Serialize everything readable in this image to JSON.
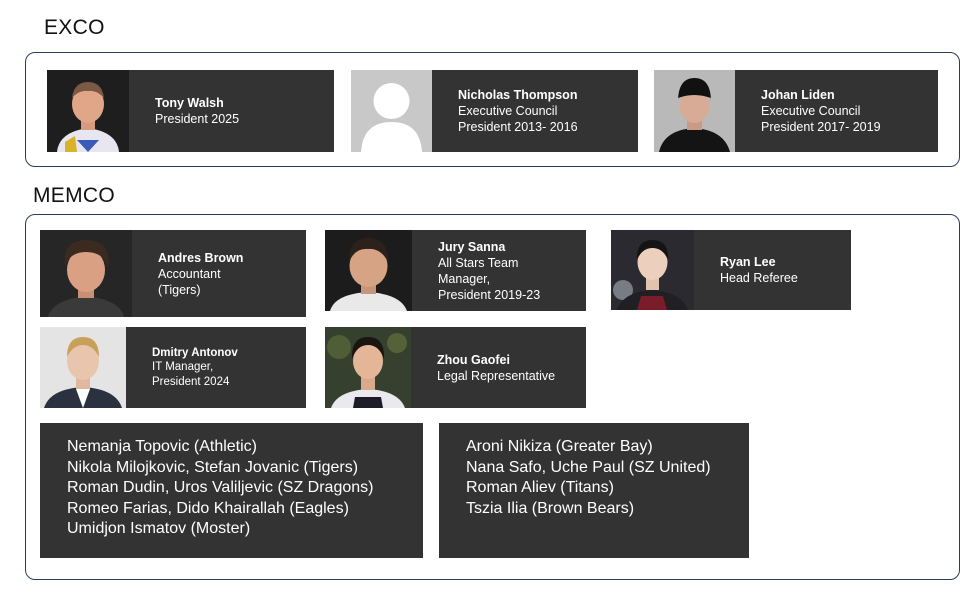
{
  "exco": {
    "title": "EXCO",
    "members": [
      {
        "name": "Tony Walsh",
        "lines": [
          "President 2025"
        ]
      },
      {
        "name": "Nicholas Thompson",
        "lines": [
          "Executive Council",
          "President 2013- 2016"
        ]
      },
      {
        "name": "Johan Liden",
        "lines": [
          "Executive Council",
          "President 2017- 2019"
        ]
      }
    ]
  },
  "memco": {
    "title": "MEMCO",
    "members": [
      {
        "name": "Andres Brown",
        "lines": [
          "Accountant",
          "(Tigers)"
        ]
      },
      {
        "name": "Jury Sanna",
        "lines": [
          "All Stars Team",
          "Manager,",
          "President 2019-23"
        ]
      },
      {
        "name": "Ryan Lee",
        "lines": [
          "Head Referee"
        ]
      },
      {
        "name": "Dmitry Antonov",
        "lines": [
          "IT Manager,",
          "President 2024"
        ]
      },
      {
        "name": "Zhou Gaofei",
        "lines": [
          "Legal Representative"
        ]
      }
    ],
    "club_reps_left": [
      "Nemanja Topovic (Athletic)",
      "Nikola Milojkovic, Stefan Jovanic (Tigers)",
      "Roman Dudin, Uros Valiljevic (SZ Dragons)",
      "Romeo Farias, Dido Khairallah (Eagles)",
      "Umidjon Ismatov (Moster)"
    ],
    "club_reps_right": [
      "Aroni Nikiza (Greater Bay)",
      "Nana Safo, Uche Paul (SZ United)",
      "Roman Aliev (Titans)",
      "Tszia Ilia (Brown Bears)"
    ]
  }
}
